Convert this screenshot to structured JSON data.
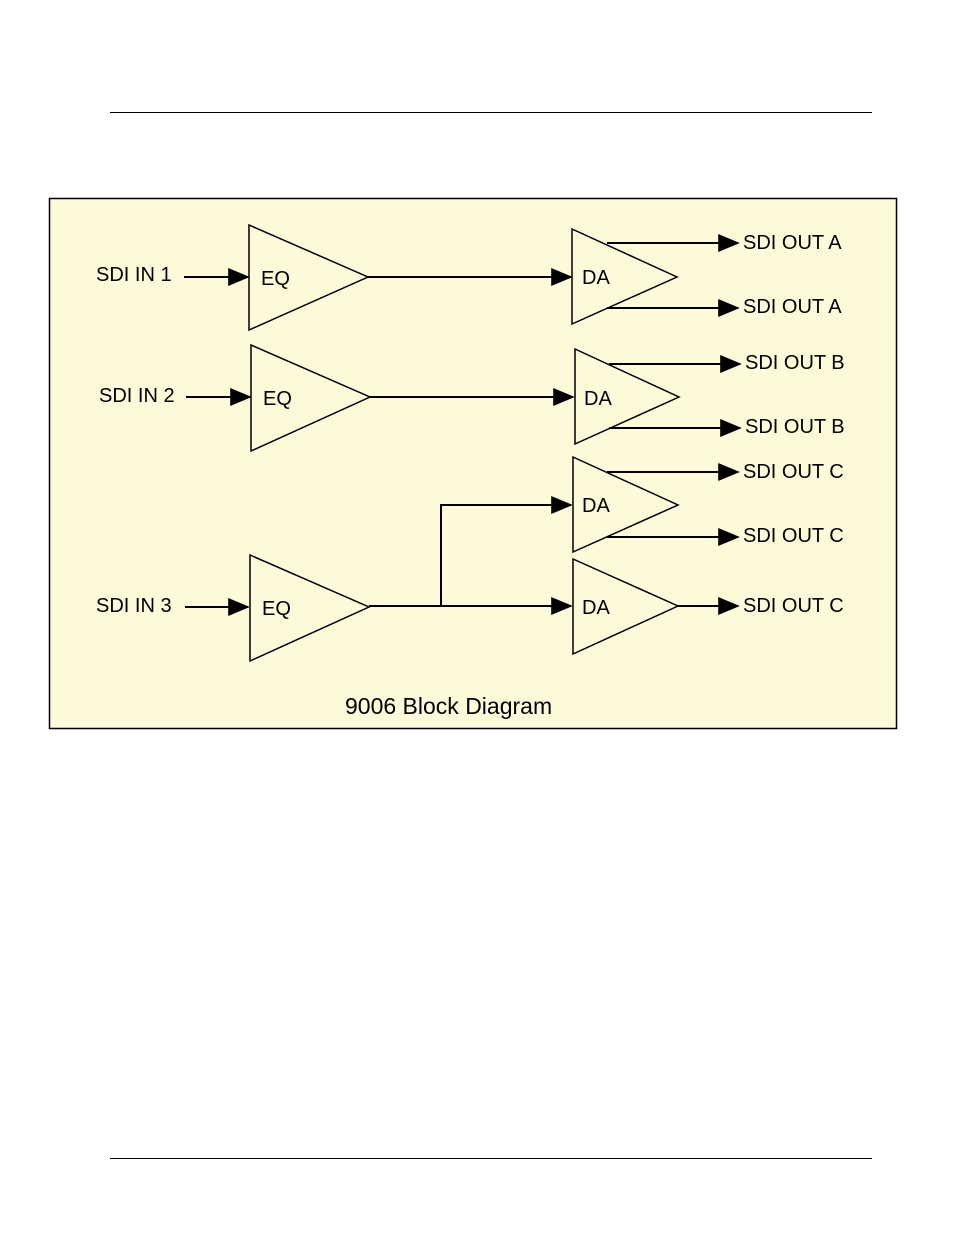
{
  "colors": {
    "panel_fill": "#fdfad9",
    "stroke": "#000000"
  },
  "diagram": {
    "caption": "9006 Block Diagram",
    "block_labels": {
      "eq": "EQ",
      "da": "DA"
    },
    "inputs": [
      "SDI IN 1",
      "SDI IN 2",
      "SDI IN 3"
    ],
    "outputs": [
      "SDI OUT A",
      "SDI OUT A",
      "SDI OUT B",
      "SDI OUT B",
      "SDI OUT C",
      "SDI OUT C",
      "SDI OUT C"
    ]
  }
}
